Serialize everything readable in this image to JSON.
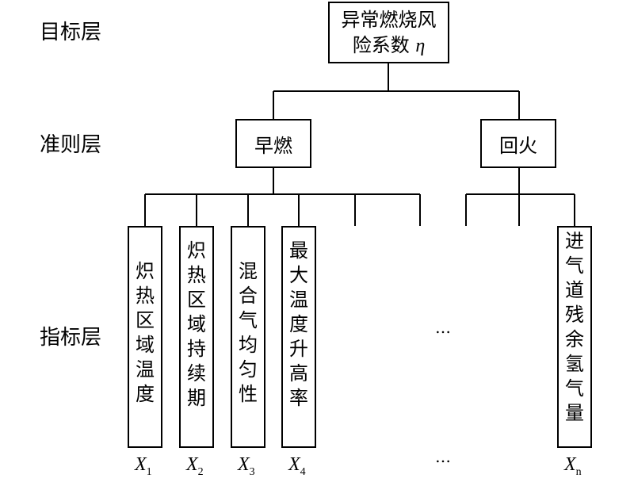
{
  "levels": {
    "goal": "目标层",
    "criteria": "准则层",
    "indicators": "指标层"
  },
  "goal": {
    "line1": "异常燃烧风",
    "line2": "险系数",
    "symbol": "η"
  },
  "criteria": [
    "早燃",
    "回火"
  ],
  "indicators": [
    {
      "text": "炽热区域温度",
      "symbol": "X",
      "sub": "1"
    },
    {
      "text": "炽热区域持续期",
      "symbol": "X",
      "sub": "2"
    },
    {
      "text": "混合气均匀性",
      "symbol": "X",
      "sub": "3"
    },
    {
      "text": "最大温度升高率",
      "symbol": "X",
      "sub": "4"
    },
    {
      "text": "进气道残余氢气量",
      "symbol": "X",
      "sub": "n"
    }
  ],
  "ellipsis": "…"
}
